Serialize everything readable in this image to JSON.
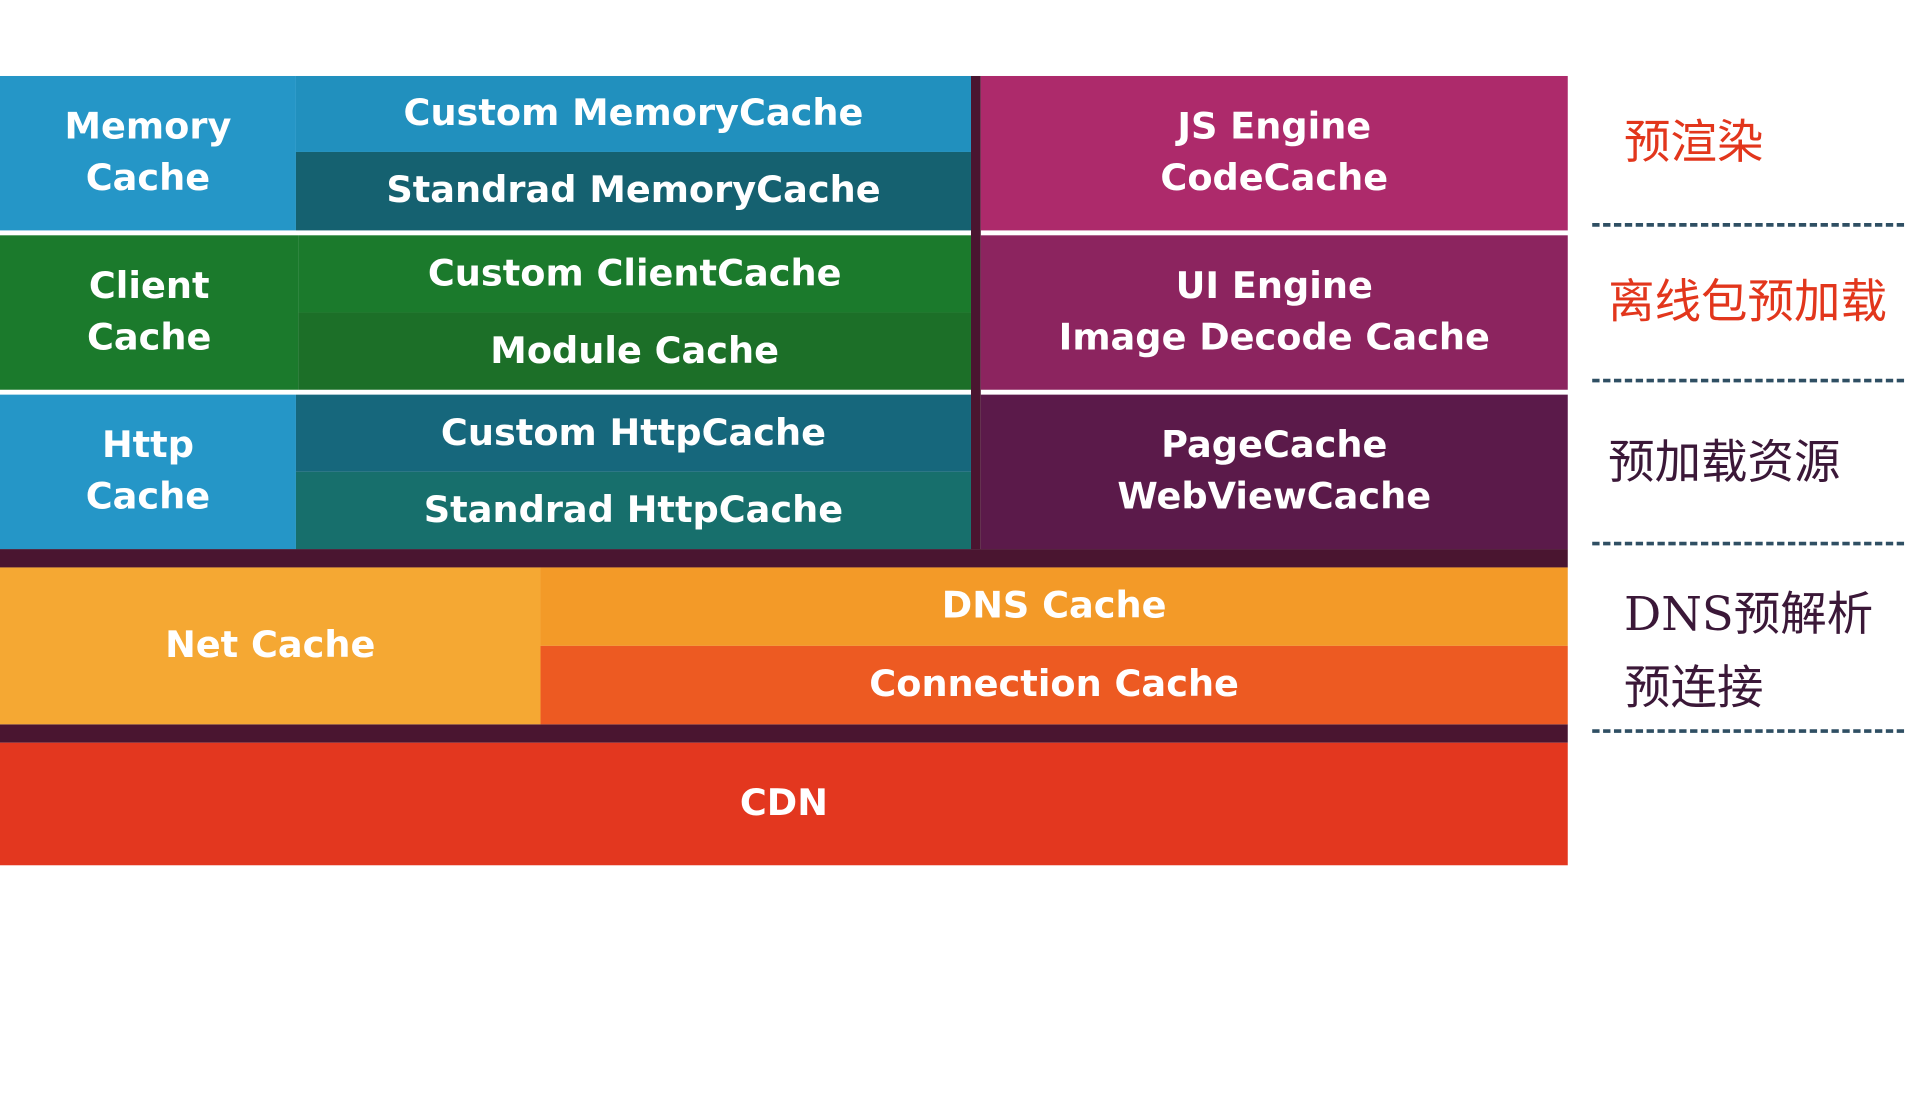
{
  "colors": {
    "memory_left": "#2596c7",
    "memory_top": "#2190be",
    "memory_bottom": "#156170",
    "client_left": "#1b7a2c",
    "client_top": "#1b7a2c",
    "client_bottom": "#1c6f28",
    "http_left": "#2596c7",
    "http_top": "#16677c",
    "http_bottom": "#176f6c",
    "jsengine": "#ad2a6b",
    "uiengine": "#8c245f",
    "pagecache": "#5b1a4a",
    "divider": "#4a1530",
    "net_left": "#f5a833",
    "dns": "#f39a28",
    "connection": "#ed5a22",
    "cdn": "#e3371f",
    "side_red": "#e2361c",
    "side_dark": "#3b1838",
    "dash": "#2f4f63"
  },
  "cache_rows": [
    {
      "name": "Memory Cache",
      "label_lines": [
        "Memory",
        "Cache"
      ],
      "top": "Custom MemoryCache",
      "bottom": "Standrad MemoryCache"
    },
    {
      "name": "Client Cache",
      "label_lines": [
        "Client",
        "Cache"
      ],
      "top": "Custom ClientCache",
      "bottom": "Module Cache"
    },
    {
      "name": "Http Cache",
      "label_lines": [
        "Http",
        "Cache"
      ],
      "top": "Custom HttpCache",
      "bottom": "Standrad HttpCache"
    }
  ],
  "engine_blocks": [
    {
      "lines": [
        "JS Engine",
        "CodeCache"
      ]
    },
    {
      "lines": [
        "UI Engine",
        "Image Decode Cache"
      ]
    },
    {
      "lines": [
        "PageCache",
        "WebViewCache"
      ]
    }
  ],
  "net": {
    "label": "Net Cache",
    "top": "DNS Cache",
    "bottom": "Connection Cache"
  },
  "cdn": {
    "label": "CDN"
  },
  "side_labels": [
    {
      "text": "预渲染"
    },
    {
      "text": "离线包预加载"
    },
    {
      "text": "预加载资源"
    },
    {
      "text": "DNS预解析"
    },
    {
      "text": "预连接"
    }
  ]
}
